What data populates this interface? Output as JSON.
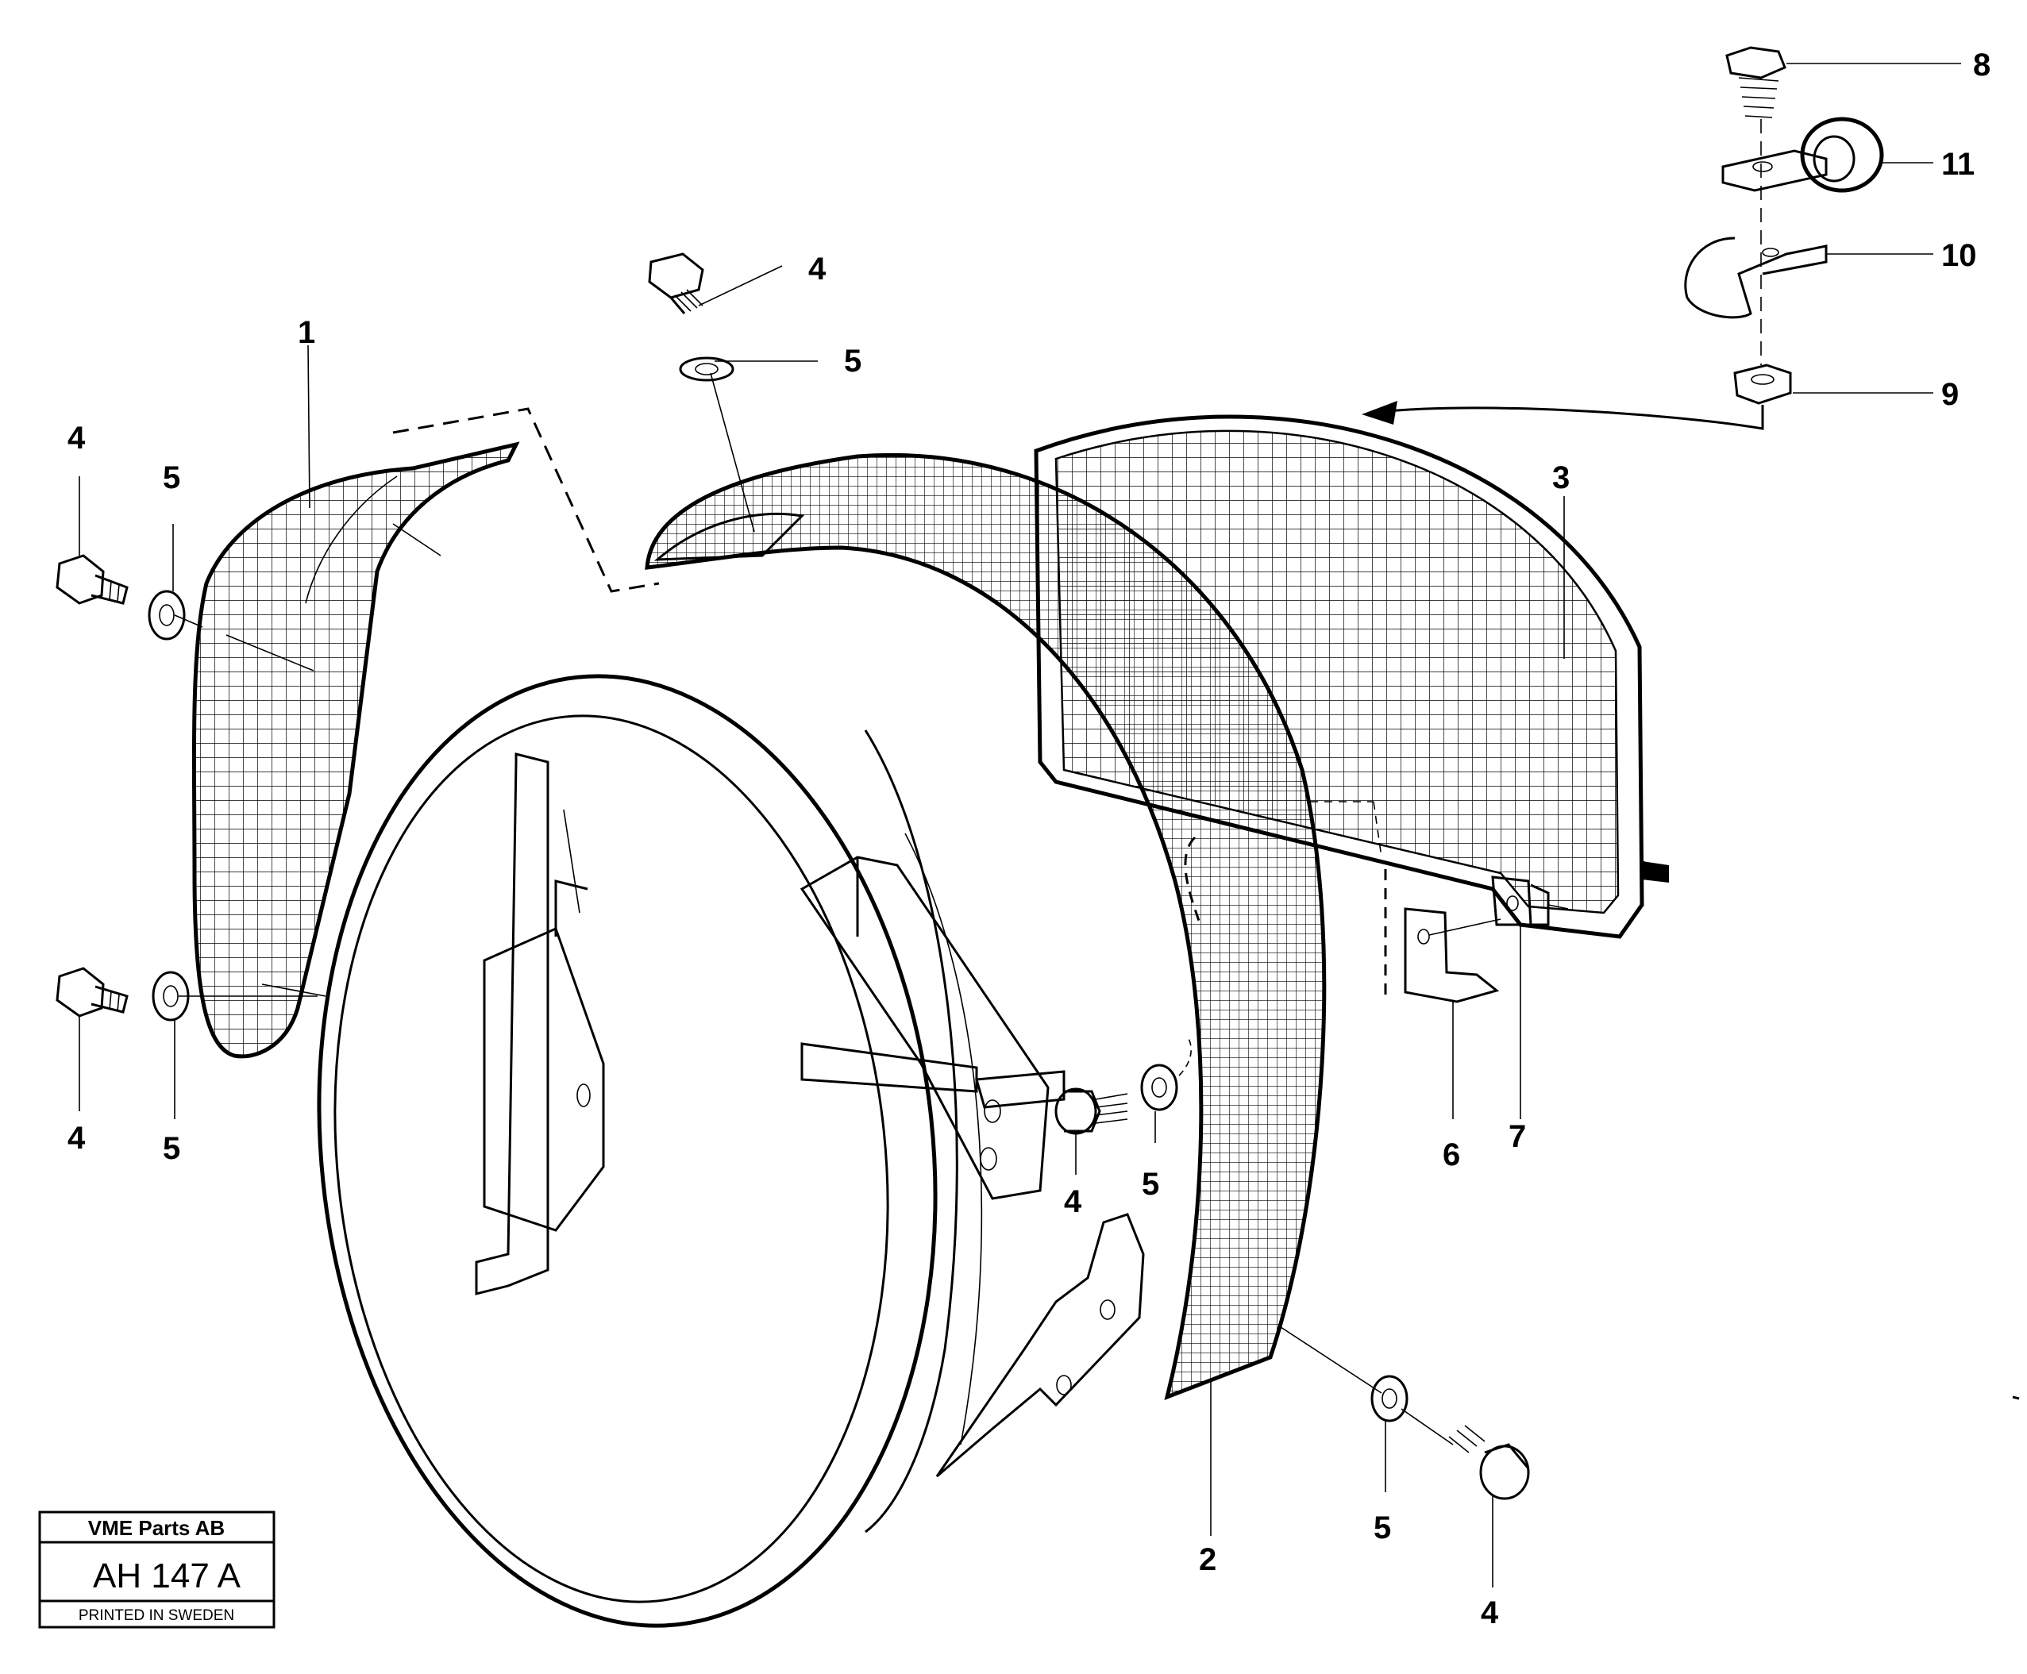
{
  "callouts": {
    "c1": "1",
    "c2": "2",
    "c3": "3",
    "c4": "4",
    "c5": "5",
    "c6": "6",
    "c7": "7",
    "c8": "8",
    "c9": "9",
    "c10": "10",
    "c11": "11"
  },
  "stamp": {
    "company": "VME Parts AB",
    "code": "AH 147 A",
    "printed": "PRINTED IN SWEDEN"
  }
}
